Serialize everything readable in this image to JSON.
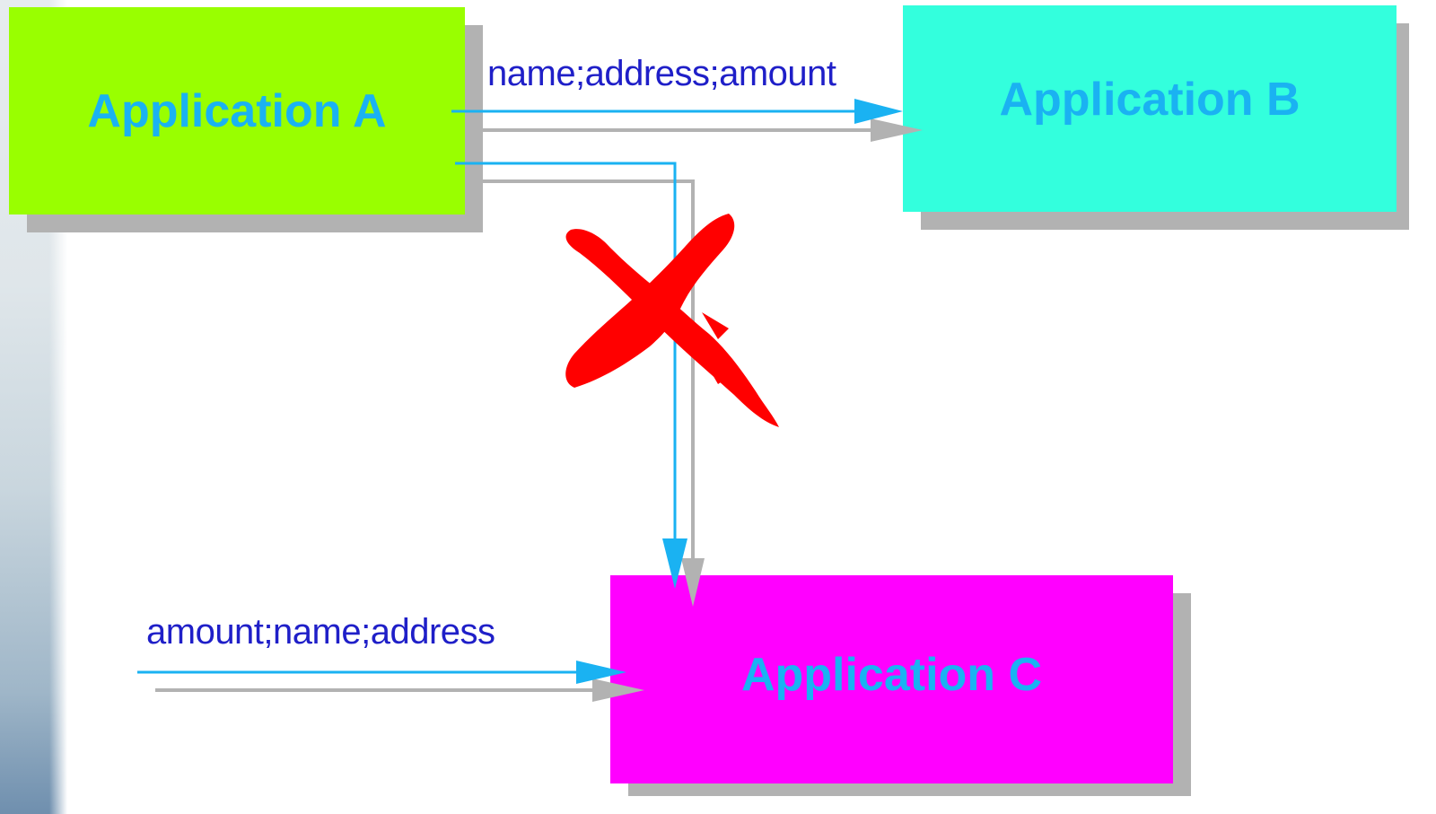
{
  "boxes": {
    "a": {
      "label": "Application A",
      "fill": "#99ff00"
    },
    "b": {
      "label": "Application B",
      "fill": "#33ffdd"
    },
    "c": {
      "label": "Application C",
      "fill": "#ff00ff"
    }
  },
  "messages": {
    "a_to_b": "name;address;amount",
    "to_c": "amount;name;address"
  },
  "colors": {
    "label_text": "#1ab2f2",
    "message_text": "#1f1fc8",
    "arrow_blue": "#1ab2f2",
    "arrow_gray": "#b2b2b2",
    "cross": "#ff0000"
  },
  "icons": {
    "cross": "red-x-cross-icon"
  }
}
